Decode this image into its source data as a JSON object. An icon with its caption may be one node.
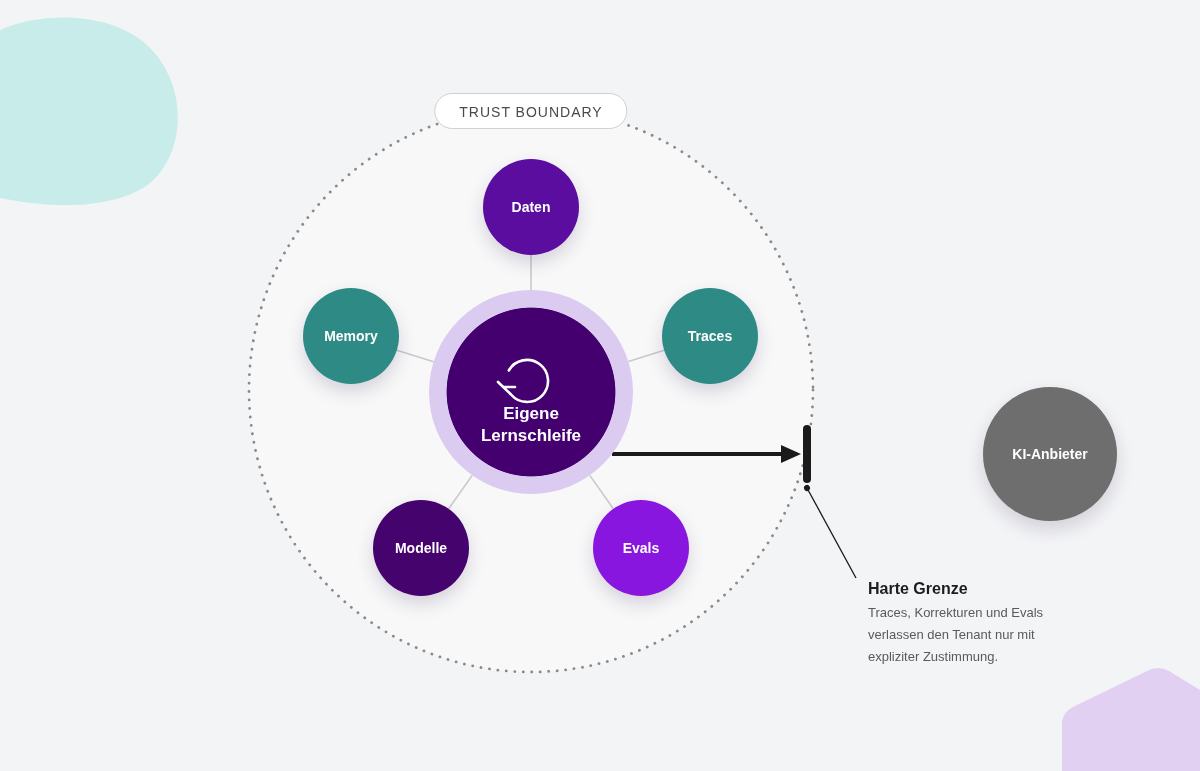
{
  "diagram": {
    "nodes": [
      {
        "text": [
          "TRUST BOUNDARY"
        ]
      },
      {
        "text": [
          "Eigene Lernschleife"
        ],
        "in": 0
      },
      {
        "text": [
          "Daten"
        ],
        "in": 0
      },
      {
        "text": [
          "Memory"
        ],
        "in": 0
      },
      {
        "text": [
          "Traces"
        ],
        "in": 0
      },
      {
        "text": [
          "Modelle"
        ],
        "in": 0
      },
      {
        "text": [
          "Evals"
        ],
        "in": 0
      },
      {
        "text": [],
        "shape": "bar",
        "in": 0
      },
      {
        "text": [
          "Harte Grenze",
          "Traces, Korrekturen und Evals verlassen den Tenant nur mit expliziter Zustimmung."
        ]
      },
      {
        "text": [
          "KI-Anbieter"
        ]
      }
    ],
    "edges": [
      {
        "from": 1,
        "to": 2,
        "arrow": "none"
      },
      {
        "from": 1,
        "to": 3,
        "arrow": "none"
      },
      {
        "from": 1,
        "to": 4,
        "arrow": "none"
      },
      {
        "from": 1,
        "to": 5,
        "arrow": "none"
      },
      {
        "from": 1,
        "to": 6,
        "arrow": "none"
      },
      {
        "from": 1,
        "to": 7,
        "arrow": "to",
        "style": "thick",
        "color": "#1a1a1a"
      },
      {
        "from": 8,
        "to": 7,
        "arrow": "other",
        "color": "#1a1a1a"
      }
    ]
  }
}
